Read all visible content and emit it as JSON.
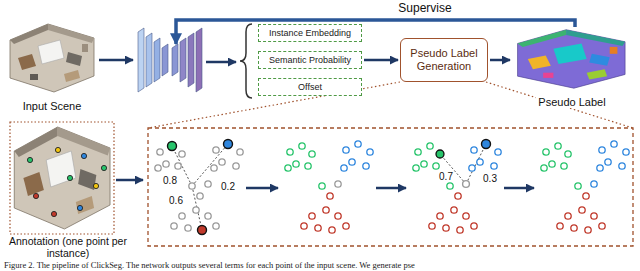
{
  "diagram": {
    "caption": "Figure 2. The pipeline of ClickSeg. The network outputs several terms for each point of the input scene. We generate pse",
    "nodes": [
      {
        "text": [
          "Input Scene"
        ]
      },
      {
        "text": [
          "Instance Embedding"
        ]
      },
      {
        "text": [
          "Semantic Probability"
        ]
      },
      {
        "text": [
          "Offset"
        ]
      },
      {
        "text": [
          "Pseudo Label Generation"
        ]
      },
      {
        "text": [
          "Pseudo Label"
        ]
      },
      {
        "text": [
          "Annotation (one point per instance)"
        ]
      }
    ],
    "edges": [
      {
        "from": 2,
        "to": 4,
        "arrow": "to"
      },
      {
        "from": 4,
        "to": 5,
        "arrow": "to"
      }
    ],
    "labels": [
      "Supervise",
      "0.8",
      "0.2",
      "0.6",
      "0.7",
      "0.3"
    ]
  }
}
